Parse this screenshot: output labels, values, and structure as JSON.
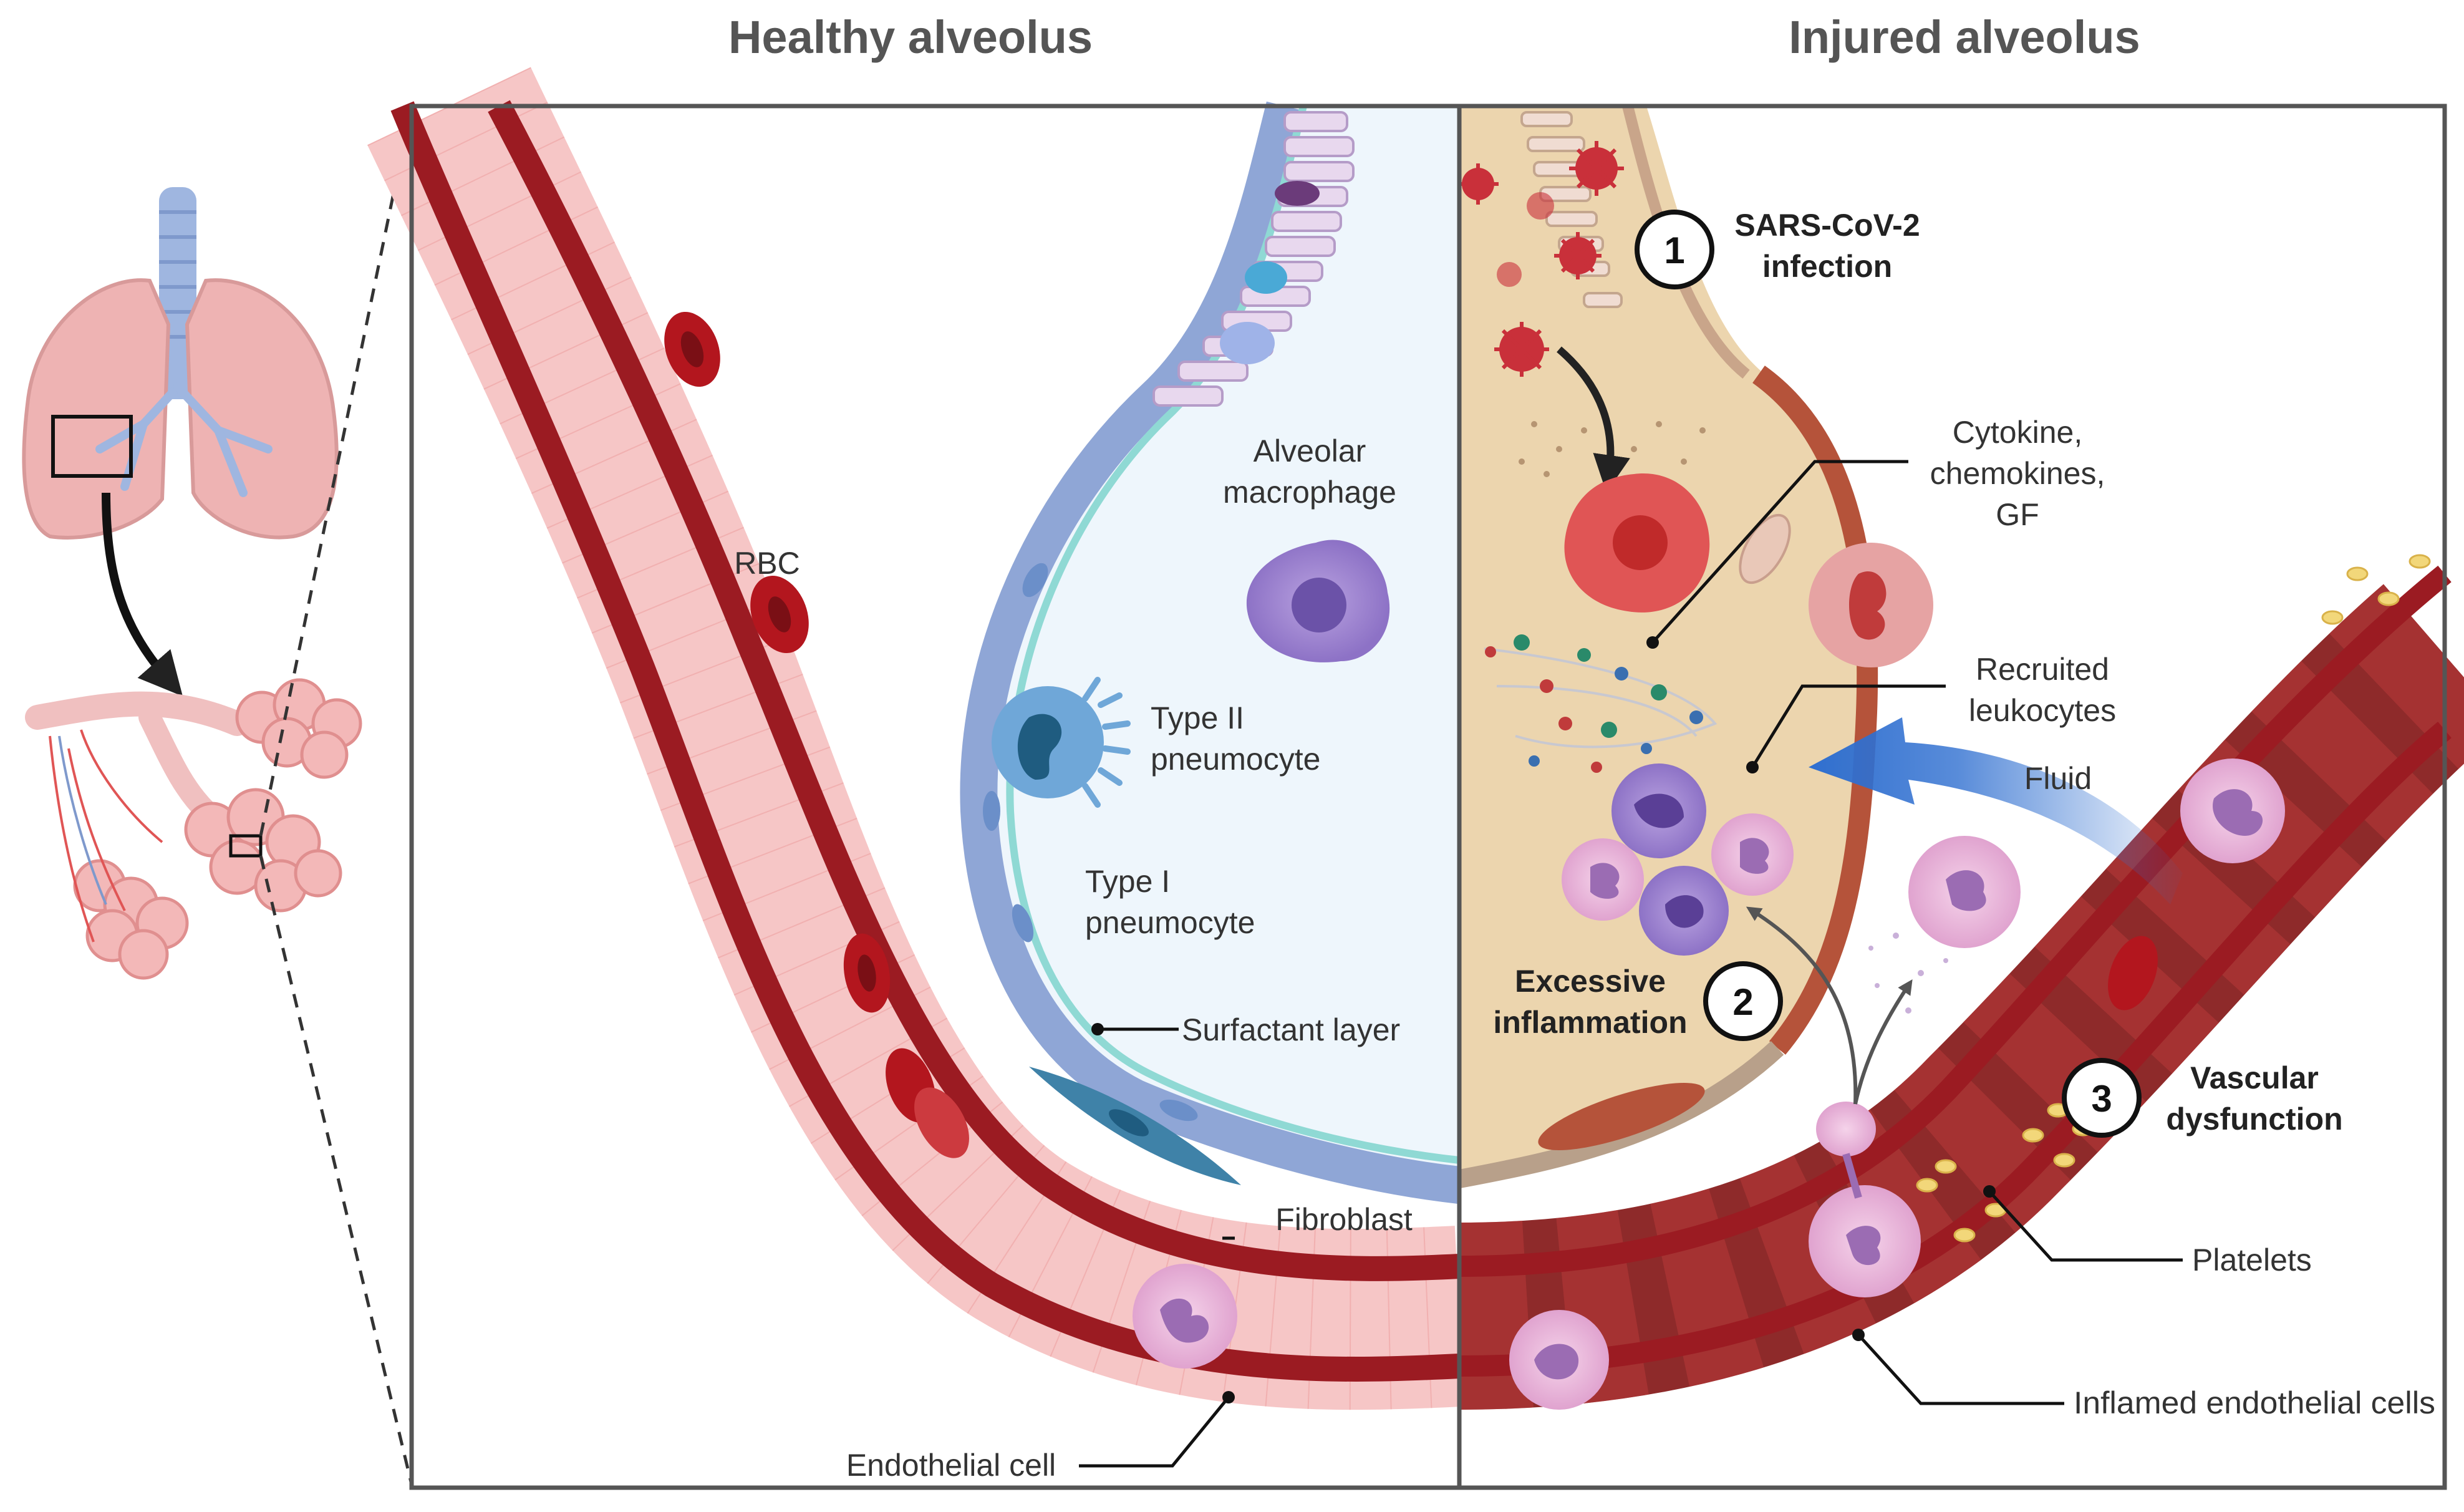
{
  "titles": {
    "healthy": "Healthy alveolus",
    "injured": "Injured alveolus"
  },
  "healthy_labels": {
    "rbc": "RBC",
    "alveolar_macrophage": [
      "Alveolar",
      "macrophage"
    ],
    "type2": [
      "Type II",
      "pneumocyte"
    ],
    "type1": [
      "Type I",
      "pneumocyte"
    ],
    "surfactant": "Surfactant layer",
    "fibroblast": "Fibroblast",
    "endothelial": "Endothelial cell"
  },
  "injured_labels": {
    "cytokine": [
      "Cytokine,",
      "chemokines,",
      "GF"
    ],
    "recruited": [
      "Recruited",
      "leukocytes"
    ],
    "fluid": "Fluid",
    "platelets": "Platelets",
    "inflamed_endothelial": "Inflamed endothelial cells"
  },
  "steps": [
    {
      "number": "1",
      "lines": [
        "SARS-CoV-2",
        "infection"
      ]
    },
    {
      "number": "2",
      "lines": [
        "Excessive",
        "inflammation"
      ]
    },
    {
      "number": "3",
      "lines": [
        "Vascular",
        "dysfunction"
      ]
    }
  ],
  "colors": {
    "vessel_wall": "#9b1b22",
    "vessel_lumen": "#f6c6c6",
    "injured_lumen": "#8e2a2a",
    "rbc": "#b3161e",
    "alveolus_fill": "#eef6fc",
    "epithelium": "#8fa6d6",
    "surfactant": "#8fd9d4",
    "injured_fill": "#ecd5ae",
    "fluid_arrow": "#2f6fd0",
    "macrophage": "#8a6fc2",
    "virus": "#c9303a",
    "panel_border": "#555555"
  }
}
